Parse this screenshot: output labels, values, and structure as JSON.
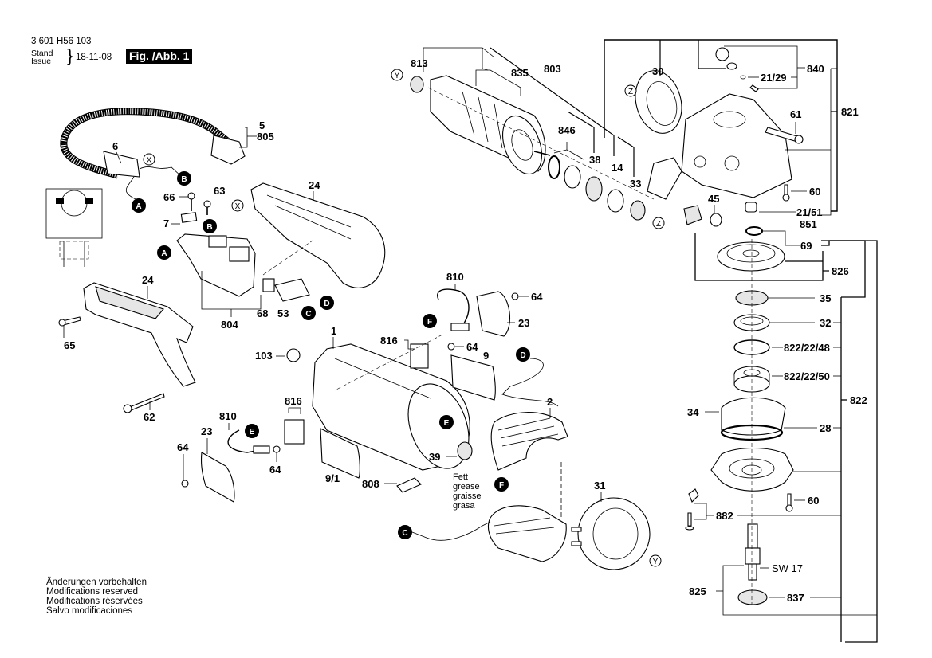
{
  "header": {
    "doc_number": "3 601 H56 103",
    "stand_label": "Stand",
    "issue_label": "Issue",
    "issue_date": "18-11-08",
    "figure_label": "Fig. /Abb. 1"
  },
  "footer": {
    "lines": [
      "Änderungen vorbehalten",
      "Modifications reserved",
      "Modifications réservées",
      "Salvo modificaciones"
    ]
  },
  "part_labels": {
    "p5": "5",
    "p805": "805",
    "p6": "6",
    "p66": "66",
    "p63": "63",
    "p7": "7",
    "p24a": "24",
    "p24b": "24",
    "p65": "65",
    "p62": "62",
    "p804": "804",
    "p68": "68",
    "p53": "53",
    "p1": "1",
    "p103": "103",
    "p816a": "816",
    "p816b": "816",
    "p810a": "810",
    "p810b": "810",
    "p64a": "64",
    "p64b": "64",
    "p64c": "64",
    "p64d": "64",
    "p23a": "23",
    "p23b": "23",
    "p9": "9",
    "p9_1": "9/1",
    "p808": "808",
    "p2": "2",
    "p39": "39",
    "p31": "31",
    "p813": "813",
    "p835": "835",
    "p803": "803",
    "p846": "846",
    "p38": "38",
    "p14": "14",
    "p33": "33",
    "p30": "30",
    "p840": "840",
    "p21_29": "21/29",
    "p61": "61",
    "p821": "821",
    "p60a": "60",
    "p60b": "60",
    "p21_51": "21/51",
    "p851": "851",
    "p45": "45",
    "p69": "69",
    "p826": "826",
    "p35": "35",
    "p32": "32",
    "p822_22_48": "822/22/48",
    "p822_22_50": "822/22/50",
    "p822": "822",
    "p34": "34",
    "p28": "28",
    "p882": "882",
    "p825": "825",
    "p837": "837",
    "sw17": "SW 17"
  },
  "grease_note": [
    "Fett",
    "grease",
    "graisse",
    "grasa"
  ],
  "connector_markers": {
    "A": "A",
    "B": "B",
    "C": "C",
    "D": "D",
    "E": "E",
    "F": "F",
    "X": "X",
    "Y": "Y",
    "Z": "Z"
  }
}
